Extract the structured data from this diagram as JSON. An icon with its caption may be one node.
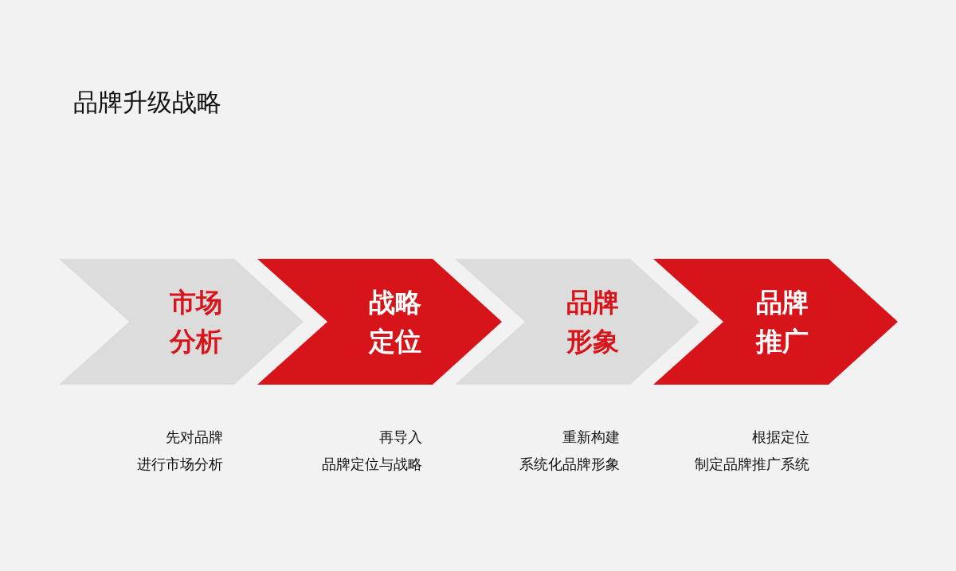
{
  "diagram": {
    "title": "品牌升级战略",
    "nodes": [
      {
        "text": [
          "市场分析"
        ],
        "beside": [
          "先对品牌进行市场分析"
        ]
      },
      {
        "text": [
          "战略定位"
        ],
        "beside": [
          "再导入品牌定位与战略"
        ]
      },
      {
        "text": [
          "品牌形象"
        ],
        "beside": [
          "重新构建系统化品牌形象"
        ]
      },
      {
        "text": [
          "品牌推广"
        ],
        "beside": [
          "根据定位制定品牌推广系统"
        ]
      }
    ]
  }
}
